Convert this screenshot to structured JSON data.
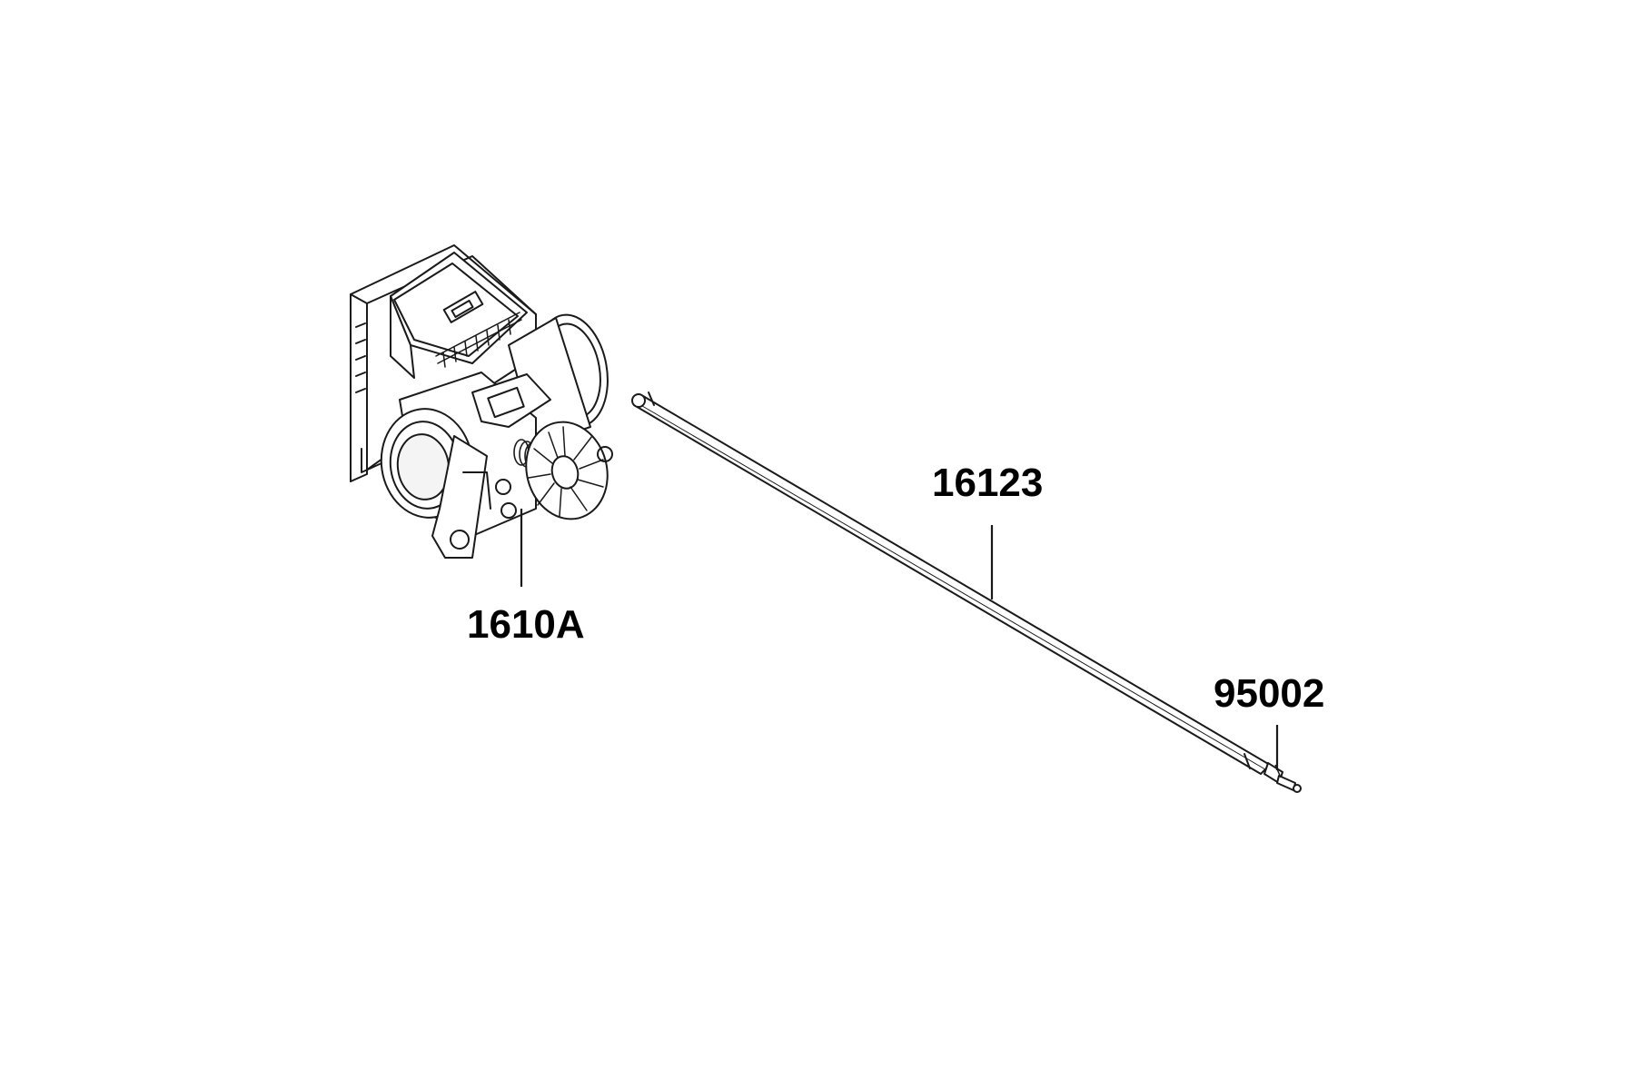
{
  "callouts": {
    "throttle_body": "1610A",
    "shaft": "16123",
    "pin": "95002"
  },
  "colors": {
    "line": "#1a1a1a",
    "background": "#ffffff"
  }
}
